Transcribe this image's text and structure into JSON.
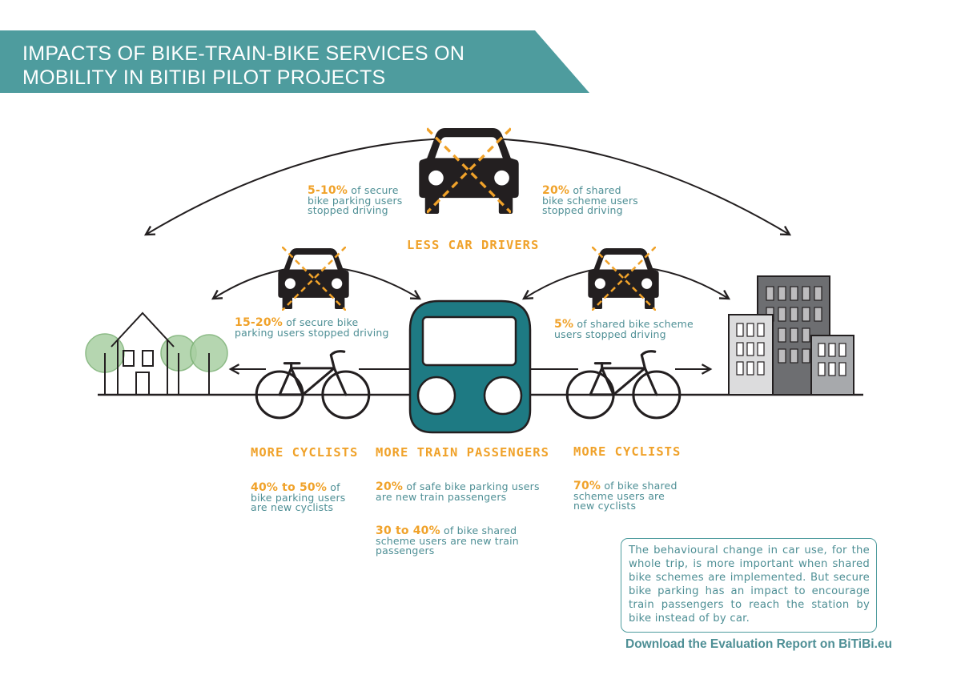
{
  "title": {
    "line1": "IMPACTS OF BIKE-TRAIN-BIKE SERVICES ON",
    "line2": "MOBILITY IN BITIBI PILOT PROJECTS"
  },
  "colors": {
    "teal": "#4e9c9e",
    "orange": "#f0a22a",
    "text_teal": "#4e8f95",
    "dark": "#231f20"
  },
  "less_car": {
    "heading": "LESS CAR DRIVERS",
    "left_stat": {
      "pct": "5-10%",
      "line1": "of secure",
      "line2": "bike parking users",
      "line3": "stopped driving"
    },
    "right_stat": {
      "pct": "20%",
      "line1": "of shared",
      "line2": "bike scheme users",
      "line3": "stopped driving"
    },
    "small_left_stat": {
      "pct": "15-20%",
      "line1": "of secure bike",
      "line2": "parking users stopped driving"
    },
    "small_right_stat": {
      "pct": "5%",
      "line1": "of shared bike scheme",
      "line2": "users stopped driving"
    }
  },
  "columns": {
    "left": {
      "heading": "MORE CYCLISTS",
      "stat": {
        "pct": "40% to 50%",
        "line1": "of",
        "line2": "bike parking users",
        "line3": "are new cyclists"
      }
    },
    "middle": {
      "heading": "MORE TRAIN PASSENGERS",
      "stat1": {
        "pct": "20%",
        "line1": "of safe bike parking users",
        "line2": "are new train passengers"
      },
      "stat2": {
        "pct": "30 to 40%",
        "line1": "of bike shared",
        "line2": "scheme users are new train",
        "line3": "passengers"
      }
    },
    "right": {
      "heading": "MORE CYCLISTS",
      "stat": {
        "pct": "70%",
        "line1": "of bike shared",
        "line2": "scheme users are",
        "line3": "new cyclists"
      }
    }
  },
  "note": "The behavioural change in car use, for the whole trip, is more important when shared bike schemes are implemented. But secure bike parking has an impact to encourage train passengers to reach the station by bike instead of by car.",
  "download": "Download the Evaluation Report on BiTiBi.eu",
  "icons": [
    "car-icon",
    "train-icon",
    "bicycle-icon",
    "house-icon",
    "tree-icon",
    "buildings-icon",
    "arrow-icon",
    "cross-icon"
  ]
}
